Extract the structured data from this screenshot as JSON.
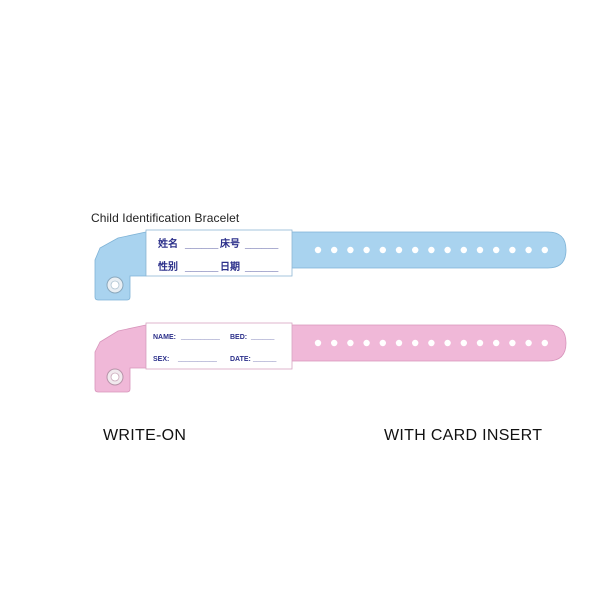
{
  "title": "Child Identification Bracelet",
  "bracelets": [
    {
      "color": "#a9d3ef",
      "card_fields": [
        {
          "label": "姓名",
          "blank": "______"
        },
        {
          "label": "床号",
          "blank": "______"
        },
        {
          "label": "性别",
          "blank": "______"
        },
        {
          "label": "日期",
          "blank": "______"
        }
      ]
    },
    {
      "color": "#f0b8d8",
      "card_fields": [
        {
          "label": "NAME:",
          "blank": "__________"
        },
        {
          "label": "BED:",
          "blank": "______"
        },
        {
          "label": "SEX:",
          "blank": "__________"
        },
        {
          "label": "DATE:",
          "blank": "______"
        }
      ]
    }
  ],
  "captions": {
    "left": "WRITE-ON",
    "right": "WITH CARD INSERT"
  }
}
